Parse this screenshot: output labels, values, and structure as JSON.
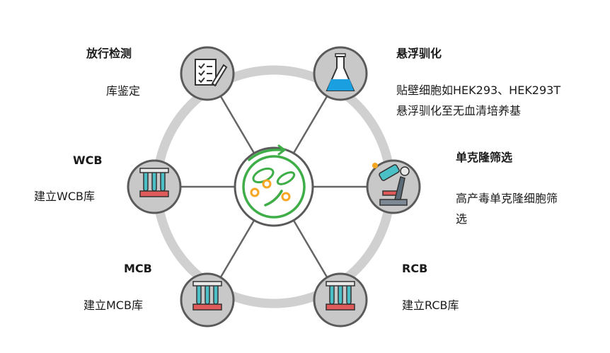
{
  "nodes": {
    "release": {
      "title": "放行检测",
      "desc": "库鉴定",
      "icon": "clipboard-checklist-icon"
    },
    "suspension": {
      "title": "悬浮驯化",
      "desc_lines": [
        "贴壁细胞如HEK293、HEK293T",
        "悬浮驯化至无血清培养基"
      ],
      "icon": "erlenmeyer-flask-icon"
    },
    "clone": {
      "title": "单克隆筛选",
      "desc_lines": [
        "高产毒单克隆细胞筛",
        "选"
      ],
      "icon": "microscope-icon"
    },
    "rcb": {
      "title": "RCB",
      "desc": "建立RCB库",
      "icon": "test-tube-rack-icon"
    },
    "mcb": {
      "title": "MCB",
      "desc": "建立MCB库",
      "icon": "test-tube-rack-icon"
    },
    "wcb": {
      "title": "WCB",
      "desc": "建立WCB库",
      "icon": "test-tube-rack-icon"
    },
    "center": {
      "icon": "cell-culture-dish-icon"
    }
  },
  "colors": {
    "ring": "#cfcfcf",
    "spoke": "#666666",
    "node_fill": "#c8c8c8",
    "node_stroke": "#5a5a5a",
    "center_green": "#3fae49",
    "accent_orange": "#f5a623",
    "tube_red": "#e05a5a",
    "tube_teal": "#4bbfc6",
    "flask_blue": "#1aa0e0"
  }
}
